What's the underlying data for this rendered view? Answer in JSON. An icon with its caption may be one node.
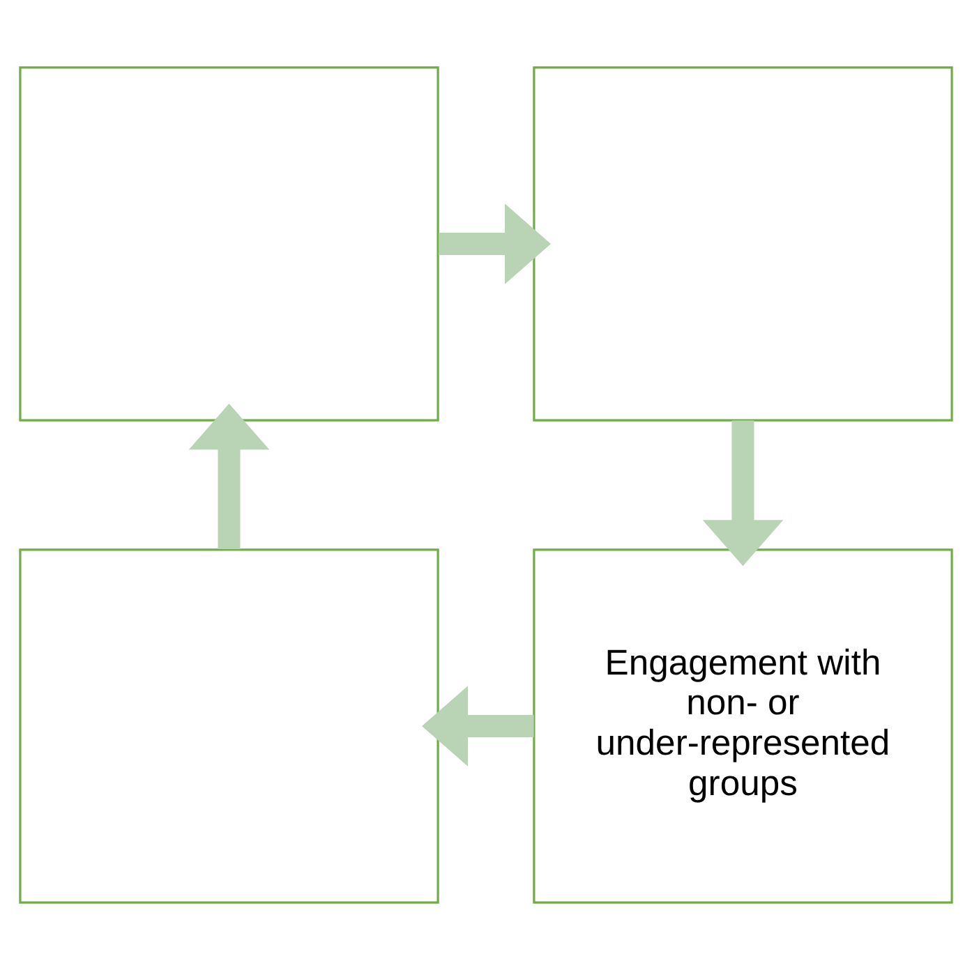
{
  "diagram": {
    "nodes": [
      {
        "text": [],
        "shape": "box"
      },
      {
        "text": [],
        "shape": "box"
      },
      {
        "text": [],
        "shape": "box"
      },
      {
        "text": [
          "Engagement with non- or under-represented groups"
        ]
      }
    ],
    "edges": [
      {
        "from": 0,
        "to": 1,
        "arrow": "to"
      },
      {
        "from": 1,
        "to": 3,
        "arrow": "to"
      },
      {
        "from": 3,
        "to": 2,
        "arrow": "to"
      },
      {
        "from": 2,
        "to": 0,
        "arrow": "to"
      }
    ]
  }
}
